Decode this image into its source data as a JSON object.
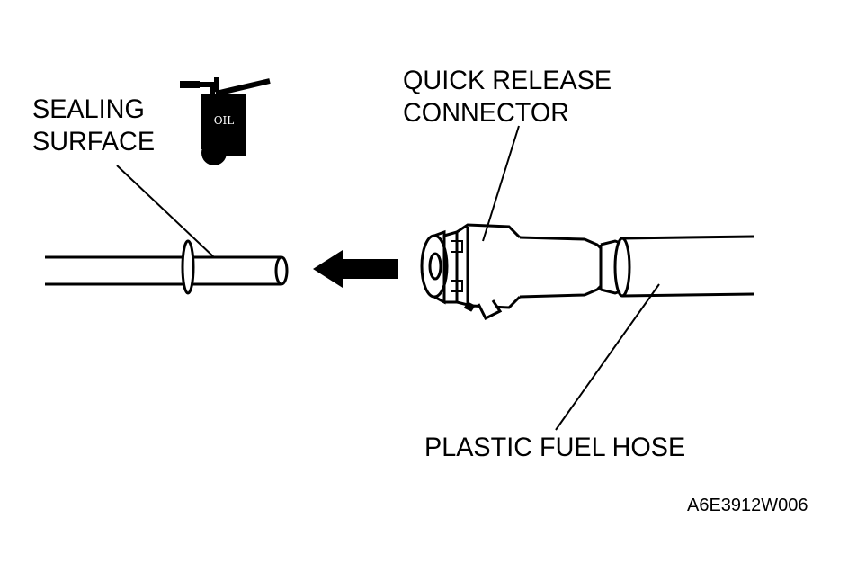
{
  "labels": {
    "sealing_surface": [
      "SEALING",
      "SURFACE"
    ],
    "quick_release_connector": [
      "QUICK RELEASE",
      "CONNECTOR"
    ],
    "plastic_fuel_hose": "PLASTIC FUEL HOSE"
  },
  "oil_icon_text": "OIL",
  "figure_code": "A6E3912W006",
  "colors": {
    "ink": "#000000",
    "paper": "#ffffff"
  }
}
